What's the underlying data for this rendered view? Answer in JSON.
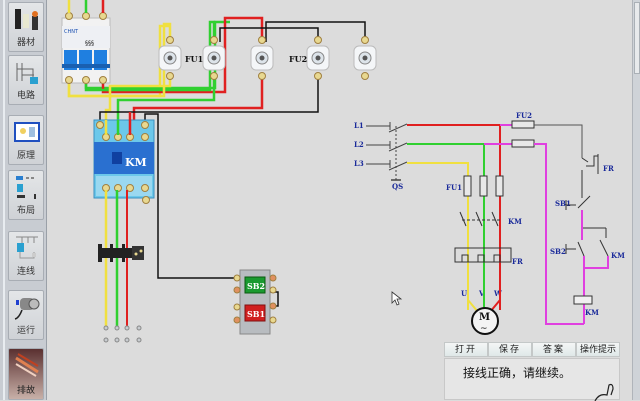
{
  "sidebar": {
    "items": [
      {
        "label": "器材",
        "icon": "components-icon"
      },
      {
        "label": "电路",
        "icon": "circuit-icon"
      },
      {
        "label": "原理",
        "icon": "principle-icon"
      },
      {
        "label": "布局",
        "icon": "layout-icon"
      },
      {
        "label": "连线",
        "icon": "wiring-icon"
      },
      {
        "label": "运行",
        "icon": "motor-run-icon"
      },
      {
        "label": "排故",
        "icon": "troubleshoot-icon"
      }
    ]
  },
  "wiring": {
    "breaker_brand": "CHNT",
    "fuse_group1_label": "FU1",
    "fuse_group2_label": "FU2",
    "contactor_label": "KM",
    "button_start_label": "SB2",
    "button_stop_label": "SB1"
  },
  "schematic": {
    "phases": [
      "L1",
      "L2",
      "L3"
    ],
    "main_switch": "QS",
    "fuse_main": "FU1",
    "fuse_ctrl": "FU2",
    "contactor_main": "KM",
    "overload": "FR",
    "motor_terminals": [
      "U",
      "V",
      "W"
    ],
    "motor": "M",
    "motor_sub": "~",
    "ctrl_fr": "FR",
    "ctrl_stop": "SB1",
    "ctrl_start": "SB2",
    "ctrl_hold": "KM",
    "ctrl_coil": "KM"
  },
  "colors": {
    "phase_a": "#f0e040",
    "phase_b": "#30d030",
    "phase_c": "#e02020",
    "control": "#e040e0",
    "wire_black": "#111111"
  },
  "tabs": [
    {
      "label": "打开"
    },
    {
      "label": "保存"
    },
    {
      "label": "答案"
    },
    {
      "label": "操作提示"
    }
  ],
  "message": "接线正确，请继续。"
}
